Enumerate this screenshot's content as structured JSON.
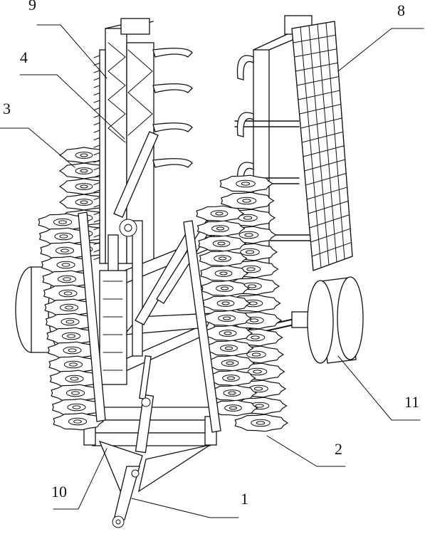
{
  "callouts": [
    {
      "id": "9",
      "label": "9"
    },
    {
      "id": "4",
      "label": "4"
    },
    {
      "id": "3",
      "label": "3"
    },
    {
      "id": "8",
      "label": "8"
    },
    {
      "id": "11",
      "label": "11"
    },
    {
      "id": "2",
      "label": "2"
    },
    {
      "id": "10",
      "label": "10"
    },
    {
      "id": "1",
      "label": "1"
    }
  ]
}
